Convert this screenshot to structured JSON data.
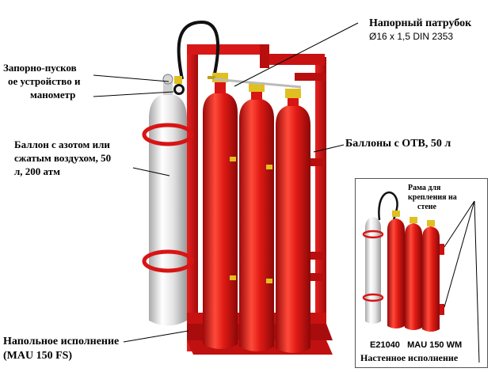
{
  "labels": {
    "nozzle_title": "Напорный патрубок",
    "nozzle_spec": "Ø16 x 1,5 DIN 2353",
    "valve_line1": "Запорно-пусков",
    "valve_line2": "ое устройство и",
    "valve_line3": "манометр",
    "nitrogen_line1": "Баллон с азотом или",
    "nitrogen_line2": "сжатым воздухом, 50",
    "nitrogen_line3": "л, 200 атм",
    "otv_cylinders": "Баллоны с ОТВ, 50 л",
    "floor_line1": "Напольное исполнение",
    "floor_line2": "(MAU 150 FS)"
  },
  "inset": {
    "frame_line1": "Рама для",
    "frame_line2": "крепления на",
    "frame_line3": "стене",
    "model": "E21040   MAU 150 WM",
    "caption": "Настенное исполнение"
  },
  "colors": {
    "cylinder_red": "#d81414",
    "frame_red": "#cc1010",
    "nitrogen_white": "#e6e6e6",
    "valve_brass": "#e0c020",
    "hose_black": "#111111"
  }
}
